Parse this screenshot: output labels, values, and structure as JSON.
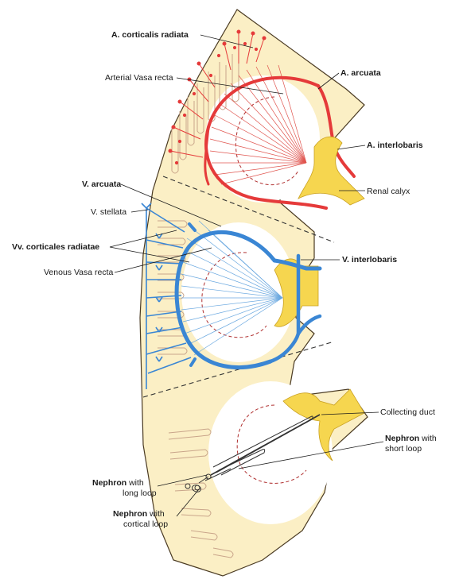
{
  "labels": {
    "a_corticalis_radiata": "A. corticalis radiata",
    "arterial_vasa_recta": "Arterial Vasa recta",
    "a_arcuata": "A. arcuata",
    "a_interlobaris": "A. interlobaris",
    "renal_calyx": "Renal calyx",
    "v_arcuata": "V. arcuata",
    "v_stellata": "V. stellata",
    "vv_corticales_radiatae": "Vv. corticales radiatae",
    "v_interlobaris": "V. interlobaris",
    "venous_vasa_recta": "Venous Vasa recta",
    "collecting_duct": "Collecting duct",
    "nephron_short_bold": "Nephron",
    "nephron_short_rest": " with",
    "nephron_short_line2": "short loop",
    "nephron_long_bold": "Nephron",
    "nephron_long_rest": " with",
    "nephron_long_line2": "long loop",
    "nephron_cortical_bold": "Nephron",
    "nephron_cortical_rest": " with",
    "nephron_cortical_line2": "cortical loop"
  },
  "colors": {
    "cortex": "#fbefc5",
    "outline": "#4a3a22",
    "artery": "#e53a3a",
    "vein": "#3a86d4",
    "calyx": "#f6d64f",
    "medulla_dash": "#b03030"
  }
}
